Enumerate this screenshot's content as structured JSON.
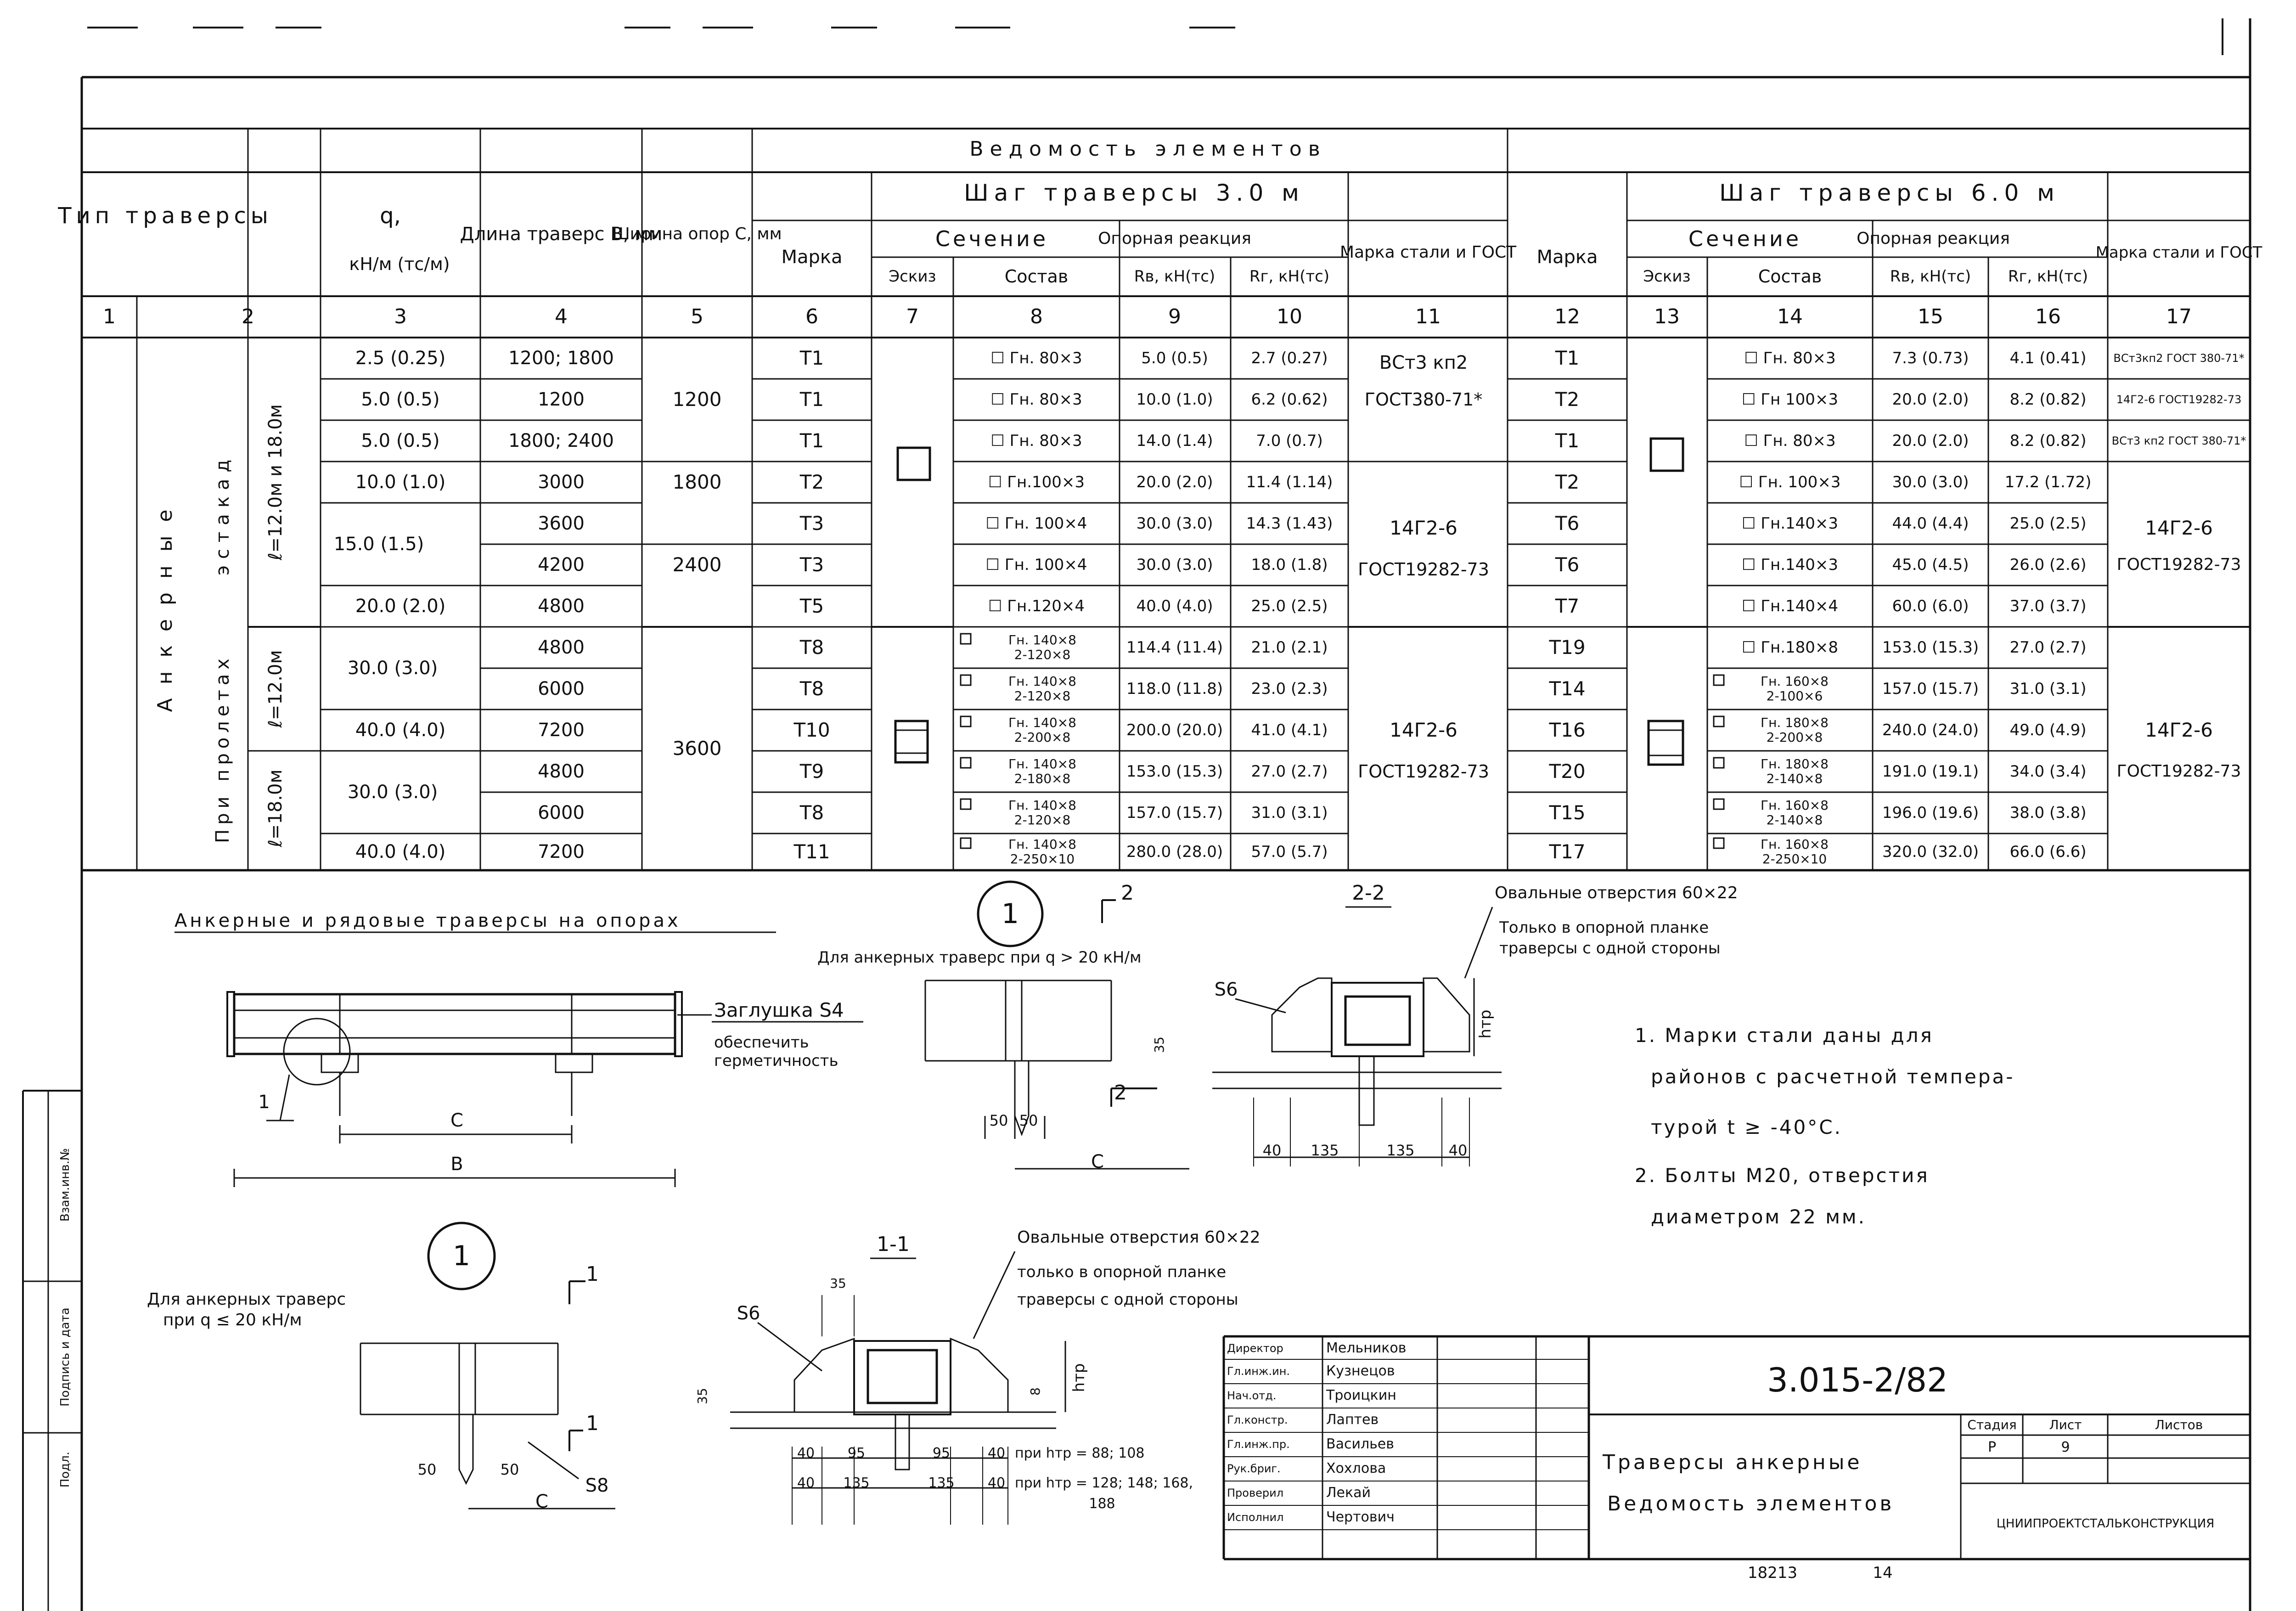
{
  "sheet": {
    "table_title": "Ведомость элементов",
    "headers": {
      "type": "Тип траверсы",
      "q": "q,",
      "q_unit": "кН/м (тс/м)",
      "length": "Длина траверс B, мм",
      "width": "Ширина опор C, мм",
      "step3": "Шаг траверсы 3.0 м",
      "step6": "Шаг траверсы 6.0 м",
      "mark": "Марка",
      "section": "Сечение",
      "sketch": "Эскиз",
      "composition": "Состав",
      "reaction": "Опорная реакция",
      "rv": "Rв, кН(тс)",
      "rg": "Rг, кН(тс)",
      "steel": "Марка стали и ГОСТ"
    },
    "col_numbers": [
      "1",
      "2",
      "3",
      "4",
      "5",
      "6",
      "7",
      "8",
      "9",
      "10",
      "11",
      "12",
      "13",
      "14",
      "15",
      "16",
      "17"
    ],
    "group_labels": {
      "anchor": "Анкерные",
      "estakad": "эстакад",
      "span_l": "ℓ=12.0м и 18.0м",
      "pri_proletah": "При пролетах",
      "span_12": "ℓ=12.0м",
      "span_18": "ℓ=18.0м"
    },
    "rows": [
      {
        "q": "2.5 (0.25)",
        "b": "1200; 1800",
        "m3": "Т1",
        "s3": "☐ Гн. 80×3",
        "rv3": "5.0 (0.5)",
        "rg3": "2.7 (0.27)",
        "m6": "Т1",
        "s6": "☐ Гн. 80×3",
        "rv6": "7.3 (0.73)",
        "rg6": "4.1 (0.41)",
        "st6": "ВСт3кп2 ГОСТ 380-71*"
      },
      {
        "q": "5.0 (0.5)",
        "b": "1200",
        "m3": "Т1",
        "s3": "☐ Гн. 80×3",
        "rv3": "10.0 (1.0)",
        "rg3": "6.2 (0.62)",
        "m6": "Т2",
        "s6": "☐ Гн 100×3",
        "rv6": "20.0 (2.0)",
        "rg6": "8.2 (0.82)",
        "st6": "14Г2-6 ГОСТ19282-73"
      },
      {
        "q": "5.0 (0.5)",
        "b": "1800; 2400",
        "m3": "Т1",
        "s3": "☐ Гн. 80×3",
        "rv3": "14.0 (1.4)",
        "rg3": "7.0 (0.7)",
        "m6": "Т1",
        "s6": "☐ Гн. 80×3",
        "rv6": "20.0 (2.0)",
        "rg6": "8.2 (0.82)",
        "st6": "ВСт3 кп2 ГОСТ 380-71*"
      },
      {
        "q": "10.0 (1.0)",
        "b": "3000",
        "m3": "Т2",
        "s3": "☐ Гн.100×3",
        "rv3": "20.0 (2.0)",
        "rg3": "11.4 (1.14)",
        "m6": "Т2",
        "s6": "☐ Гн. 100×3",
        "rv6": "30.0 (3.0)",
        "rg6": "17.2 (1.72)"
      },
      {
        "b": "3600",
        "m3": "Т3",
        "s3": "☐ Гн. 100×4",
        "rv3": "30.0 (3.0)",
        "rg3": "14.3 (1.43)",
        "m6": "Т6",
        "s6": "☐ Гн.140×3",
        "rv6": "44.0 (4.4)",
        "rg6": "25.0 (2.5)"
      },
      {
        "b": "4200",
        "m3": "Т3",
        "s3": "☐ Гн. 100×4",
        "rv3": "30.0 (3.0)",
        "rg3": "18.0 (1.8)",
        "m6": "Т6",
        "s6": "☐ Гн.140×3",
        "rv6": "45.0 (4.5)",
        "rg6": "26.0 (2.6)"
      },
      {
        "q": "20.0 (2.0)",
        "b": "4800",
        "m3": "Т5",
        "s3": "☐ Гн.120×4",
        "rv3": "40.0 (4.0)",
        "rg3": "25.0 (2.5)",
        "m6": "Т7",
        "s6": "☐ Гн.140×4",
        "rv6": "60.0 (6.0)",
        "rg6": "37.0 (3.7)"
      },
      {
        "b": "4800",
        "m3": "Т8",
        "s3a": "Гн. 140×8",
        "s3b": "2-120×8",
        "rv3": "114.4 (11.4)",
        "rg3": "21.0 (2.1)",
        "m6": "Т19",
        "s6": "☐ Гн.180×8",
        "rv6": "153.0 (15.3)",
        "rg6": "27.0 (2.7)"
      },
      {
        "b": "6000",
        "m3": "Т8",
        "s3a": "Гн. 140×8",
        "s3b": "2-120×8",
        "rv3": "118.0 (11.8)",
        "rg3": "23.0 (2.3)",
        "m6": "Т14",
        "s6a": "Гн. 160×8",
        "s6b": "2-100×6",
        "rv6": "157.0 (15.7)",
        "rg6": "31.0 (3.1)"
      },
      {
        "q": "40.0 (4.0)",
        "b": "7200",
        "m3": "Т10",
        "s3a": "Гн. 140×8",
        "s3b": "2-200×8",
        "rv3": "200.0 (20.0)",
        "rg3": "41.0 (4.1)",
        "m6": "Т16",
        "s6a": "Гн. 180×8",
        "s6b": "2-200×8",
        "rv6": "240.0 (24.0)",
        "rg6": "49.0 (4.9)"
      },
      {
        "b": "4800",
        "m3": "Т9",
        "s3a": "Гн. 140×8",
        "s3b": "2-180×8",
        "rv3": "153.0 (15.3)",
        "rg3": "27.0 (2.7)",
        "m6": "Т20",
        "s6a": "Гн. 180×8",
        "s6b": "2-140×8",
        "rv6": "191.0 (19.1)",
        "rg6": "34.0 (3.4)"
      },
      {
        "b": "6000",
        "m3": "Т8",
        "s3a": "Гн. 140×8",
        "s3b": "2-120×8",
        "rv3": "157.0 (15.7)",
        "rg3": "31.0 (3.1)",
        "m6": "Т15",
        "s6a": "Гн. 160×8",
        "s6b": "2-140×8",
        "rv6": "196.0 (19.6)",
        "rg6": "38.0 (3.8)"
      },
      {
        "q": "40.0 (4.0)",
        "b": "7200",
        "m3": "Т11",
        "s3a": "Гн. 140×8",
        "s3b": "2-250×10",
        "rv3": "280.0 (28.0)",
        "rg3": "57.0 (5.7)",
        "m6": "Т17",
        "s6a": "Гн. 160×8",
        "s6b": "2-250×10",
        "rv6": "320.0 (32.0)",
        "rg6": "66.0 (6.6)"
      }
    ],
    "merged": {
      "q_15": "15.0 (1.5)",
      "q_30a": "30.0 (3.0)",
      "q_30b": "30.0 (3.0)",
      "c_1200": "1200",
      "c_1800": "1800",
      "c_2400": "2400",
      "c_3600": "3600",
      "st3_top_1": "ВСт3 кп2",
      "st3_top_2": "ГОСТ380-71*",
      "st3_mid_1": "14Г2-6",
      "st3_mid_2": "ГОСТ19282-73",
      "st3_bot_1": "14Г2-6",
      "st3_bot_2": "ГОСТ19282-73",
      "st6_mid_1": "14Г2-6",
      "st6_mid_2": "ГОСТ19282-73",
      "st6_bot_1": "14Г2-6",
      "st6_bot_2": "ГОСТ19282-73"
    },
    "drawings": {
      "main_title": "Анкерные и рядовые траверсы на опорах",
      "plug_label": "Заглушка S4",
      "plug_note_1": "обеспечить",
      "plug_note_2": "герметичность",
      "dim_c": "C",
      "dim_b": "B",
      "callout_1": "1",
      "detail1_top_title": "Для анкерных траверс при q > 20 кН/м",
      "detail1_bottom_title_1": "Для анкерных траверс",
      "detail1_bottom_title_2": "при q ≤ 20 кН/м",
      "sec_2": "2",
      "sec_1": "1",
      "section22": "2-2",
      "section11": "1-1",
      "oval_label": "Овальные отверстия 60×22",
      "oval_top_2": "Только в опорной планке",
      "oval_top_3": "траверсы с одной стороны",
      "oval_bot_2": "только в опорной планке",
      "oval_bot_3": "траверсы с одной стороны",
      "s6": "S6",
      "s8": "S8",
      "htr": "hтр",
      "d35": "35",
      "d50": "50",
      "d40": "40",
      "d135": "135",
      "d95": "95",
      "d8": "8",
      "htr_note_1": "при hтр = 88; 108",
      "htr_note_2": "при hтр = 128; 148; 168,",
      "htr_note_3": "188"
    },
    "notes": {
      "n1_1": "1. Марки стали даны для",
      "n1_2": "районов с расчетной темпера-",
      "n1_3": "турой t ≥ -40°C.",
      "n2_1": "2. Болты М20, отверстия",
      "n2_2": "диаметром 22 мм."
    },
    "stamp": {
      "doc_number": "3.015-2/82",
      "title_1": "Траверсы анкерные",
      "title_2": "Ведомость элементов",
      "stage_h": "Стадия",
      "sheet_h": "Лист",
      "sheets_h": "Листов",
      "stage": "Р",
      "sheet": "9",
      "org": "ЦНИИПРОЕКТСТАЛЬКОНСТРУКЦИЯ",
      "people": [
        {
          "role": "Директор",
          "name": "Мельников"
        },
        {
          "role": "Гл.инж.ин.",
          "name": "Кузнецов"
        },
        {
          "role": "Нач.отд.",
          "name": "Троицкин"
        },
        {
          "role": "Гл.констр.",
          "name": "Лаптев"
        },
        {
          "role": "Гл.инж.пр.",
          "name": "Васильев"
        },
        {
          "role": "Рук.бриг.",
          "name": "Хохлова"
        },
        {
          "role": "Проверил",
          "name": "Лекай"
        },
        {
          "role": "Исполнил",
          "name": "Чертович"
        }
      ],
      "bottom_code": "18213",
      "bottom_page": "14"
    },
    "side_labels": {
      "inv": "Взам.инв.№",
      "sign": "Подпись и дата",
      "orig": "Подл."
    }
  }
}
